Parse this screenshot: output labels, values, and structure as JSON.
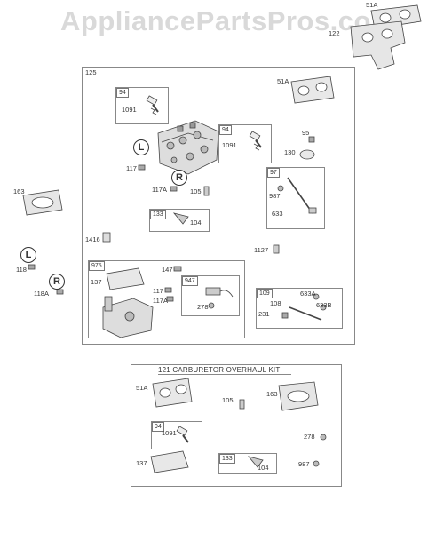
{
  "watermark": "AppliancePartsPros.com",
  "kit": {
    "title": "121 CARBURETOR OVERHAUL KIT"
  },
  "markers": {
    "left": "L",
    "right": "R"
  },
  "labels": {
    "l51a_top": "51A",
    "l122": "122",
    "l125": "125",
    "l94_a": "94",
    "l1091_a": "1091",
    "l51a_mid": "51A",
    "l94_b": "94",
    "l1091_b": "1091",
    "l95": "95",
    "l130": "130",
    "l117": "117",
    "l117a": "117A",
    "l105": "105",
    "l97": "97",
    "l987": "987",
    "l633": "633",
    "l163": "163",
    "l133": "133",
    "l104": "104",
    "l1416": "1416",
    "l1127": "1127",
    "l118": "118",
    "l118a": "118A",
    "l975": "975",
    "l147": "147",
    "l137": "137",
    "l117_b": "117",
    "l117a_b": "117A",
    "l947": "947",
    "l278": "278",
    "l109": "109",
    "l633a": "633A",
    "l108": "108",
    "l633b": "633B",
    "l231": "231",
    "k51a": "51A",
    "k105": "105",
    "k163": "163",
    "k94": "94",
    "k1091": "1091",
    "k278": "278",
    "k133": "133",
    "k104": "104",
    "k137": "137",
    "k987": "987"
  }
}
